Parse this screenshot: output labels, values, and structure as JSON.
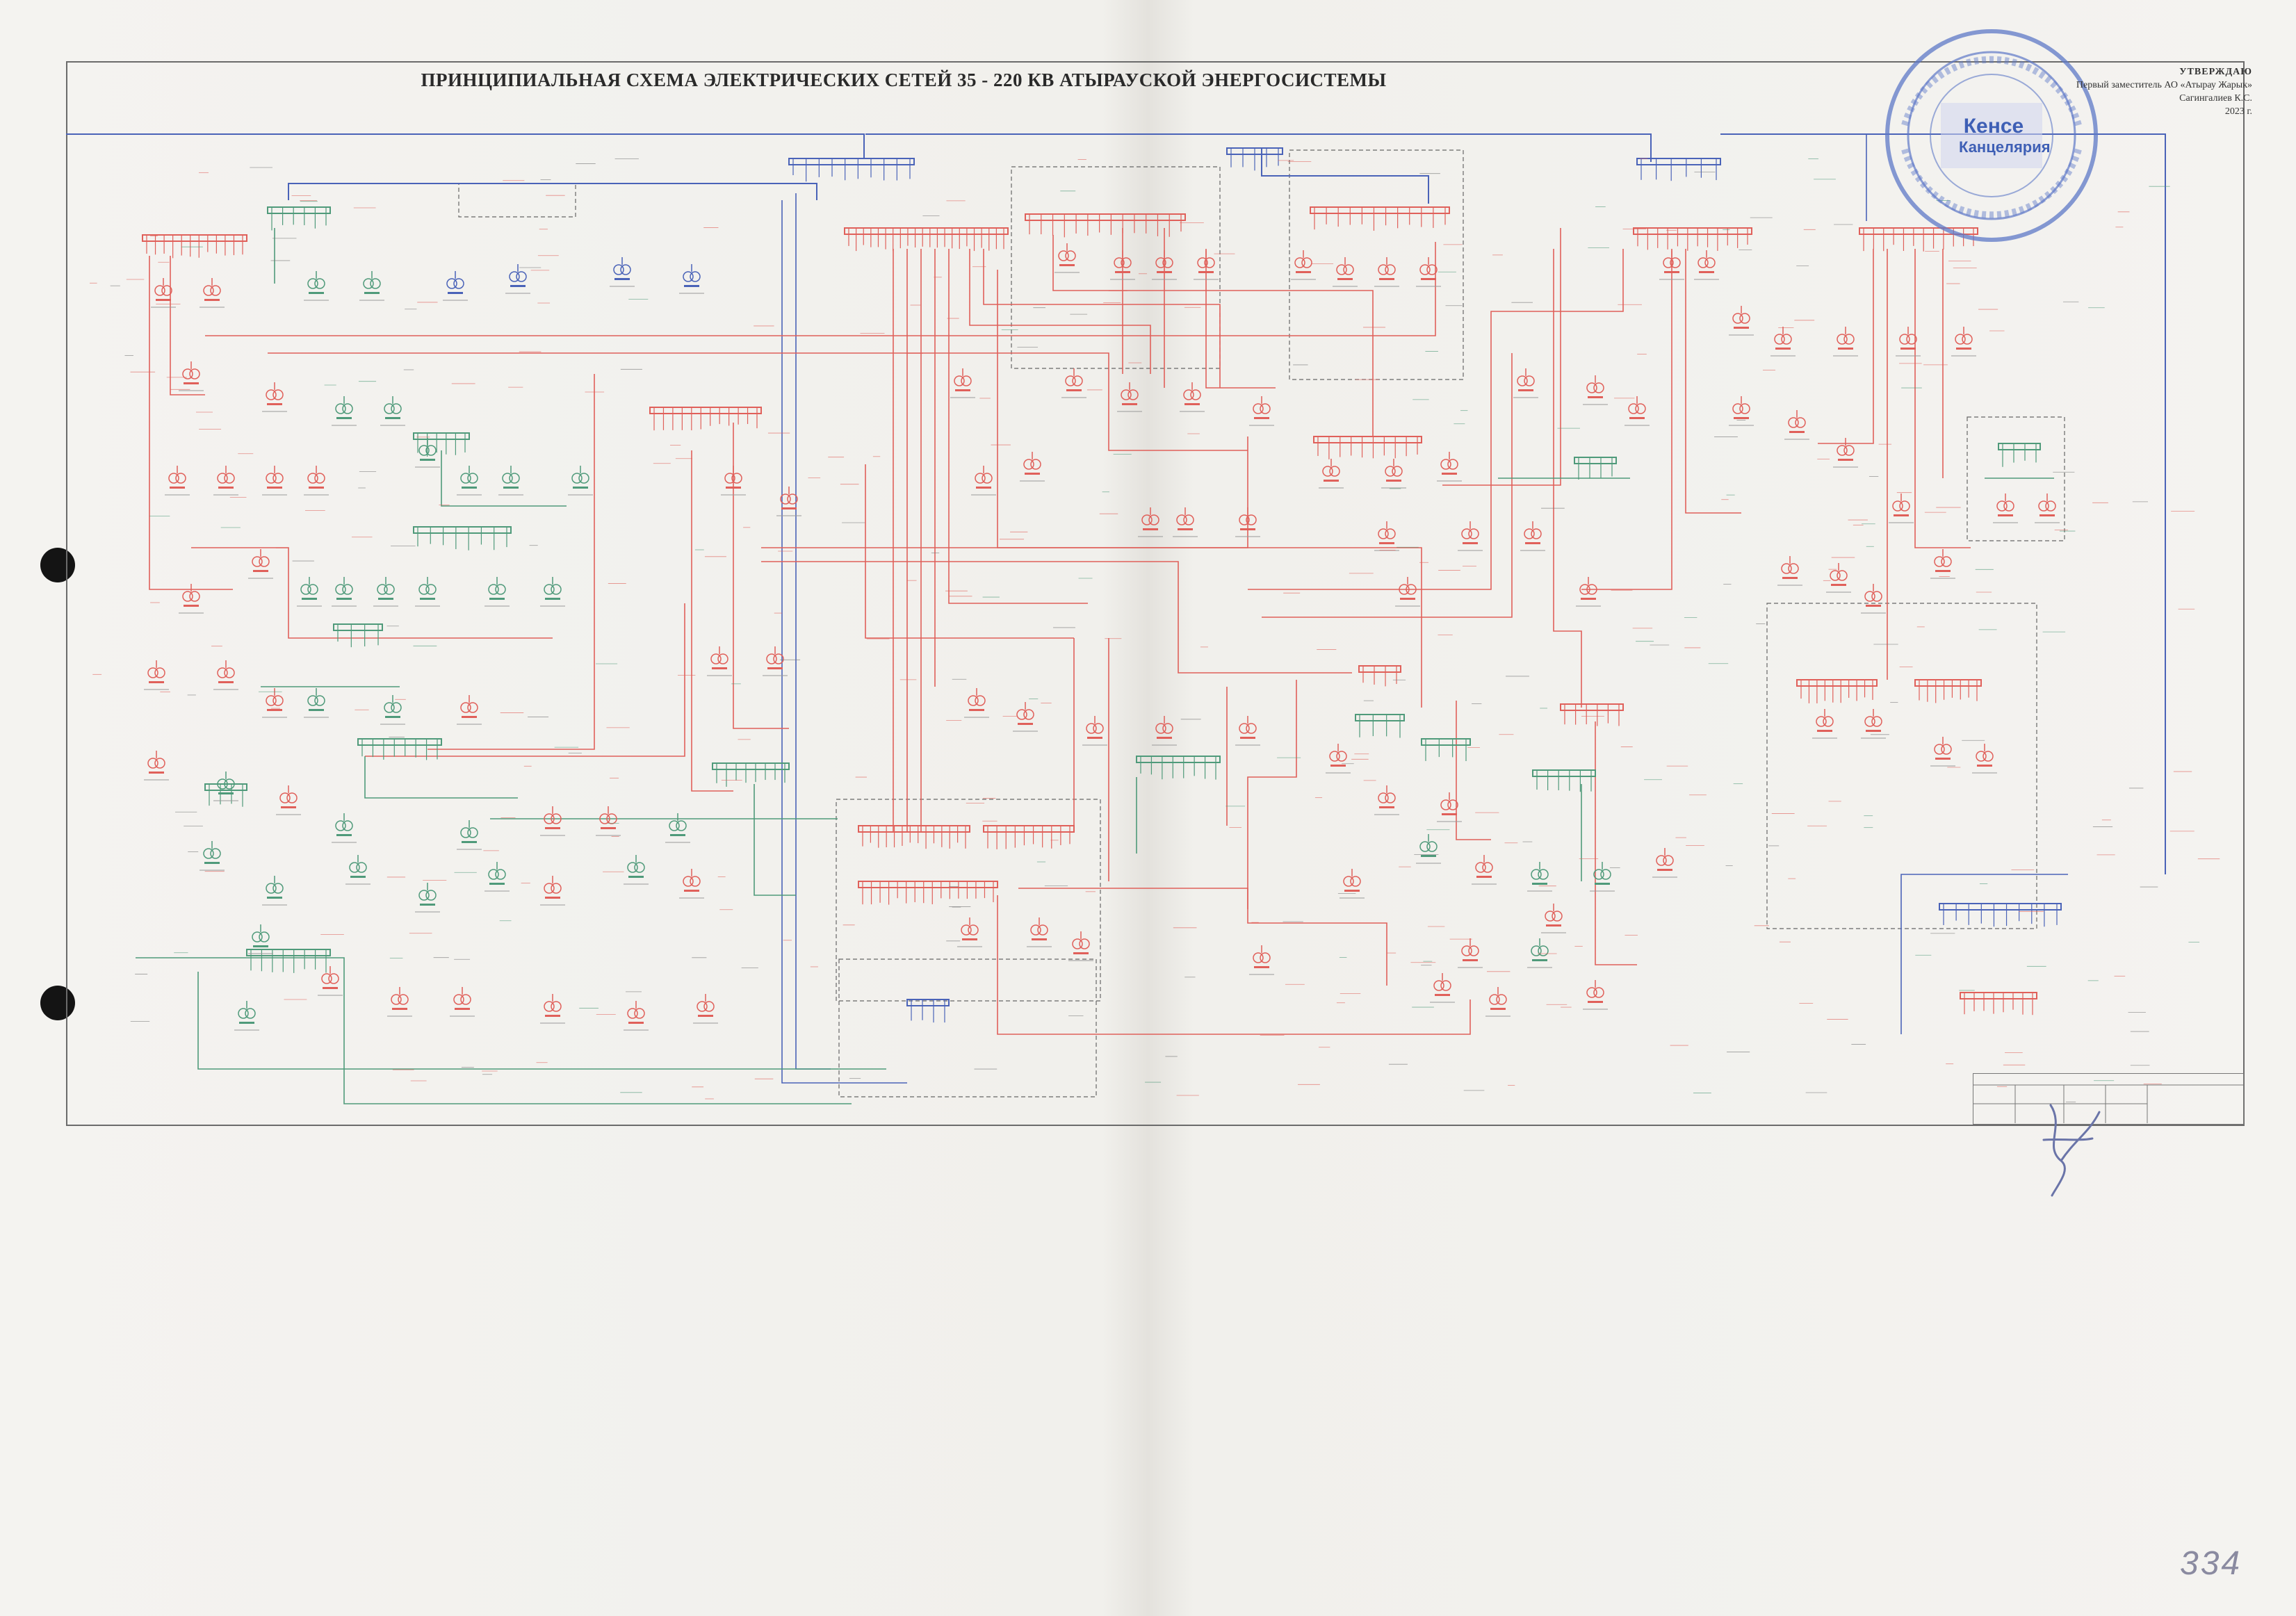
{
  "title": "ПРИНЦИПИАЛЬНАЯ СХЕМА ЭЛЕКТРИЧЕСКИХ СЕТЕЙ  35 - 220 КВ АТЫРАУСКОЙ ЭНЕРГОСИСТЕМЫ",
  "approval": {
    "heading": "УТВЕРЖДАЮ",
    "position": "Первый заместитель АО «Атырау Жарык»",
    "name": "Сагингалиев К.С.",
    "year": "2023 г."
  },
  "stamp": {
    "line1": "Кенсе",
    "line2": "Канцелярия"
  },
  "page_number": "334",
  "colors": {
    "kv220": "#4a63b8",
    "kv110": "#e0605a",
    "kv35": "#4f9a7a",
    "frame": "#6b6b6b",
    "stamp": "#3e5fb5"
  },
  "icons": [
    "punch-hole-icon",
    "stamp-seal-icon",
    "signature-icon"
  ]
}
